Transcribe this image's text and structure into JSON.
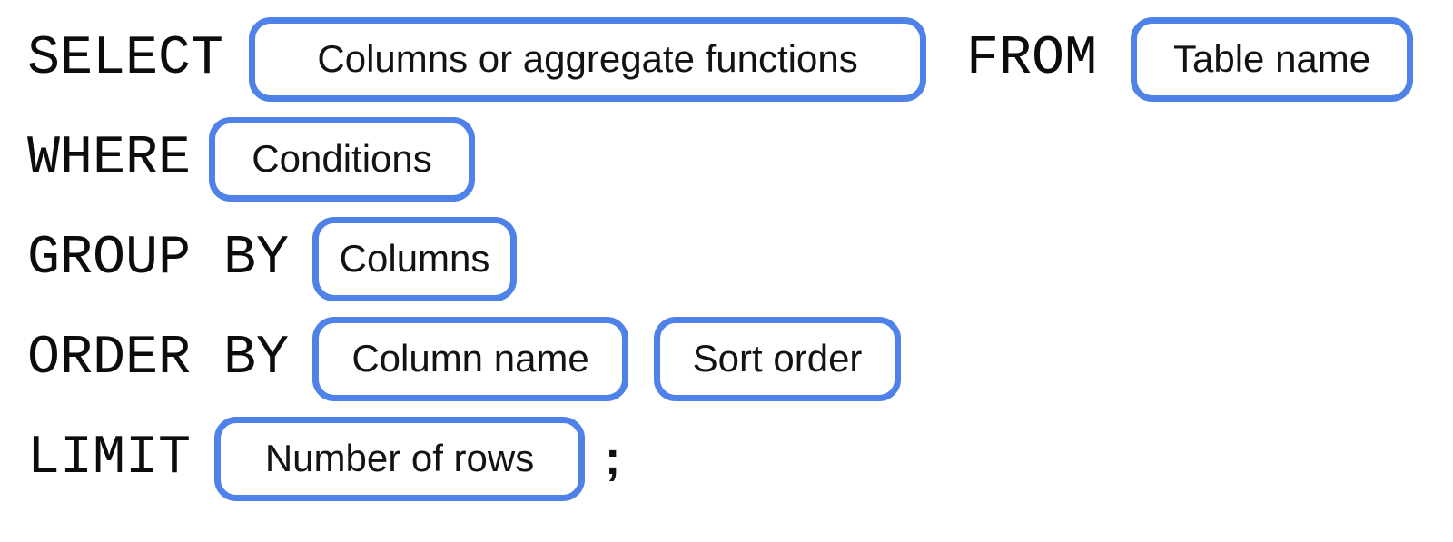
{
  "diagram": {
    "type": "sql-query-syntax",
    "accent_color": "#4e82e8",
    "text_color": "#0c0c0c",
    "rows": [
      {
        "keyword": "SELECT",
        "box1": "Columns or aggregate functions",
        "keyword2": "FROM",
        "box2": "Table name"
      },
      {
        "keyword": "WHERE",
        "box1": "Conditions"
      },
      {
        "keyword": "GROUP BY",
        "box1": "Columns"
      },
      {
        "keyword": "ORDER BY",
        "box1": "Column name",
        "box2": "Sort order"
      },
      {
        "keyword": "LIMIT",
        "box1": "Number of rows",
        "terminator": ";"
      }
    ]
  }
}
